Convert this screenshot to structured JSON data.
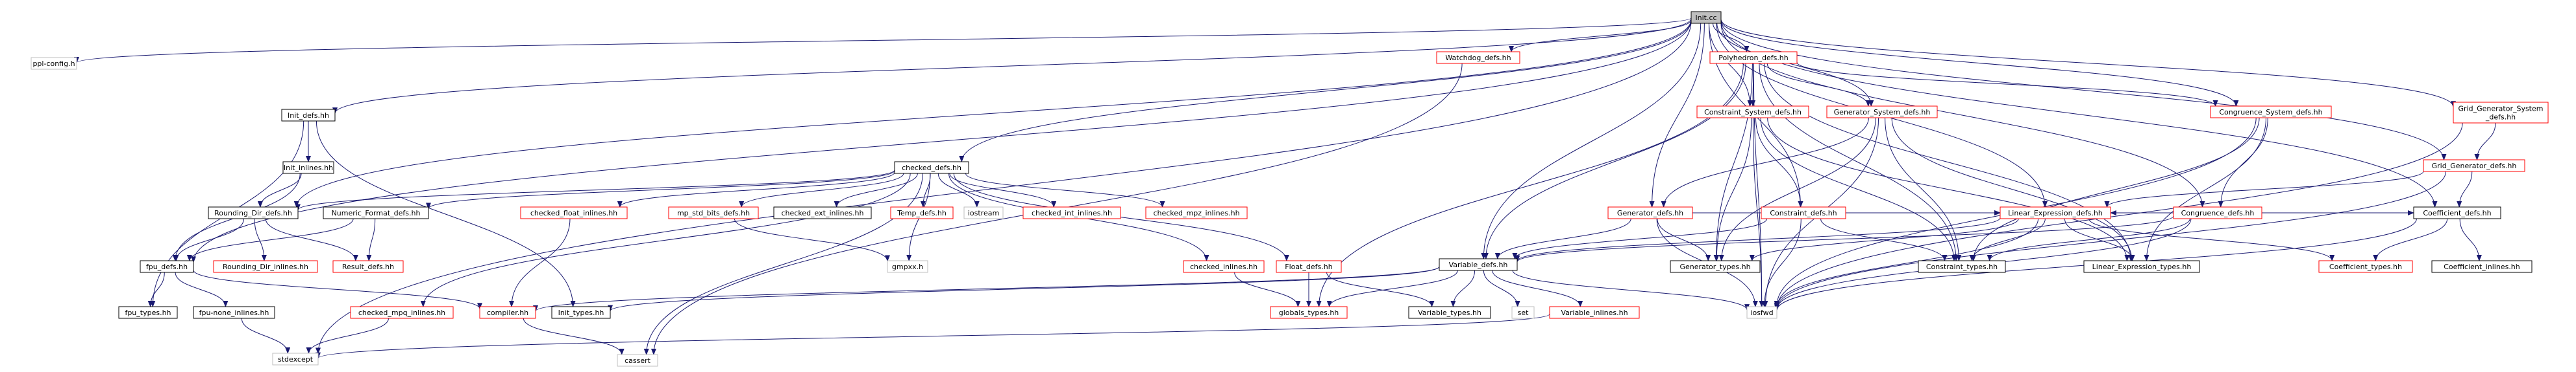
{
  "diagram": {
    "colors": {
      "edge": "#191970",
      "box_black": "#000000",
      "box_red": "#ff0000",
      "box_gray": "#bfbfbf",
      "root_fill": "#bfbfbf"
    },
    "nodes": [
      {
        "id": "init_cc",
        "label": "Init.cc",
        "style": "root"
      },
      {
        "id": "ppl_config",
        "label": "ppl-config.h",
        "style": "gray"
      },
      {
        "id": "init_defs",
        "label": "Init_defs.hh",
        "style": "black"
      },
      {
        "id": "init_inlines",
        "label": "Init_inlines.hh",
        "style": "black"
      },
      {
        "id": "rounding_dir_defs",
        "label": "Rounding_Dir_defs.hh",
        "style": "black"
      },
      {
        "id": "numeric_format_defs",
        "label": "Numeric_Format_defs.hh",
        "style": "black"
      },
      {
        "id": "fpu_defs",
        "label": "fpu_defs.hh",
        "style": "black"
      },
      {
        "id": "rounding_dir_inlines",
        "label": "Rounding_Dir_inlines.hh",
        "style": "red"
      },
      {
        "id": "result_defs",
        "label": "Result_defs.hh",
        "style": "red"
      },
      {
        "id": "fpu_types",
        "label": "fpu_types.hh",
        "style": "black"
      },
      {
        "id": "fpu_none_inlines",
        "label": "fpu-none_inlines.hh",
        "style": "black"
      },
      {
        "id": "stdexcept",
        "label": "stdexcept",
        "style": "gray"
      },
      {
        "id": "checked_mpq_inlines",
        "label": "checked_mpq_inlines.hh",
        "style": "red"
      },
      {
        "id": "compiler",
        "label": "compiler.hh",
        "style": "red"
      },
      {
        "id": "init_types",
        "label": "Init_types.hh",
        "style": "black"
      },
      {
        "id": "cassert",
        "label": "cassert",
        "style": "gray"
      },
      {
        "id": "checked_defs",
        "label": "checked_defs.hh",
        "style": "black"
      },
      {
        "id": "checked_float_inlines",
        "label": "checked_float_inlines.hh",
        "style": "red"
      },
      {
        "id": "mp_std_bits_defs",
        "label": "mp_std_bits_defs.hh",
        "style": "red"
      },
      {
        "id": "checked_ext_inlines",
        "label": "checked_ext_inlines.hh",
        "style": "black"
      },
      {
        "id": "temp_defs",
        "label": "Temp_defs.hh",
        "style": "red"
      },
      {
        "id": "iostream",
        "label": "iostream",
        "style": "gray"
      },
      {
        "id": "checked_int_inlines",
        "label": "checked_int_inlines.hh",
        "style": "red"
      },
      {
        "id": "checked_mpz_inlines",
        "label": "checked_mpz_inlines.hh",
        "style": "red"
      },
      {
        "id": "gmpxx",
        "label": "gmpxx.h",
        "style": "gray"
      },
      {
        "id": "checked_inlines",
        "label": "checked_inlines.hh",
        "style": "red"
      },
      {
        "id": "float_defs",
        "label": "Float_defs.hh",
        "style": "red"
      },
      {
        "id": "globals_types",
        "label": "globals_types.hh",
        "style": "red"
      },
      {
        "id": "watchdog_defs",
        "label": "Watchdog_defs.hh",
        "style": "red"
      },
      {
        "id": "polyhedron_defs",
        "label": "Polyhedron_defs.hh",
        "style": "red"
      },
      {
        "id": "constraint_system_defs",
        "label": "Constraint_System_defs.hh",
        "style": "red"
      },
      {
        "id": "generator_system_defs",
        "label": "Generator_System_defs.hh",
        "style": "red"
      },
      {
        "id": "congruence_system_defs",
        "label": "Congruence_System_defs.hh",
        "style": "red"
      },
      {
        "id": "generator_defs",
        "label": "Generator_defs.hh",
        "style": "red"
      },
      {
        "id": "constraint_defs",
        "label": "Constraint_defs.hh",
        "style": "red"
      },
      {
        "id": "congruence_defs",
        "label": "Congruence_defs.hh",
        "style": "red"
      },
      {
        "id": "linear_expression_defs",
        "label": "Linear_Expression_defs.hh",
        "style": "red"
      },
      {
        "id": "grid_generator_system_defs",
        "label": "Grid_Generator_System\n_defs.hh",
        "style": "red"
      },
      {
        "id": "grid_generator_defs",
        "label": "Grid_Generator_defs.hh",
        "style": "red"
      },
      {
        "id": "coefficient_defs",
        "label": "Coefficient_defs.hh",
        "style": "black"
      },
      {
        "id": "variable_defs",
        "label": "Variable_defs.hh",
        "style": "black"
      },
      {
        "id": "generator_types",
        "label": "Generator_types.hh",
        "style": "black"
      },
      {
        "id": "constraint_types",
        "label": "Constraint_types.hh",
        "style": "black"
      },
      {
        "id": "linear_expression_types",
        "label": "Linear_Expression_types.hh",
        "style": "black"
      },
      {
        "id": "coefficient_types",
        "label": "Coefficient_types.hh",
        "style": "red"
      },
      {
        "id": "coefficient_inlines",
        "label": "Coefficient_inlines.hh",
        "style": "black"
      },
      {
        "id": "variable_types",
        "label": "Variable_types.hh",
        "style": "black"
      },
      {
        "id": "set",
        "label": "set",
        "style": "gray"
      },
      {
        "id": "variable_inlines",
        "label": "Variable_inlines.hh",
        "style": "red"
      },
      {
        "id": "iosfwd",
        "label": "iosfwd",
        "style": "gray"
      }
    ],
    "edges": [
      [
        "init_cc",
        "ppl_config"
      ],
      [
        "init_cc",
        "init_defs"
      ],
      [
        "init_cc",
        "checked_defs"
      ],
      [
        "init_cc",
        "rounding_dir_defs"
      ],
      [
        "init_cc",
        "fpu_defs"
      ],
      [
        "init_cc",
        "stdexcept"
      ],
      [
        "init_cc",
        "watchdog_defs"
      ],
      [
        "init_cc",
        "polyhedron_defs"
      ],
      [
        "init_cc",
        "constraint_system_defs"
      ],
      [
        "init_cc",
        "generator_system_defs"
      ],
      [
        "init_cc",
        "congruence_system_defs"
      ],
      [
        "init_cc",
        "grid_generator_system_defs"
      ],
      [
        "init_cc",
        "grid_generator_defs"
      ],
      [
        "init_cc",
        "variable_defs"
      ],
      [
        "init_cc",
        "linear_expression_defs"
      ],
      [
        "init_cc",
        "constraint_defs"
      ],
      [
        "init_cc",
        "generator_defs"
      ],
      [
        "init_cc",
        "congruence_defs"
      ],
      [
        "init_cc",
        "coefficient_defs"
      ],
      [
        "init_defs",
        "init_inlines"
      ],
      [
        "init_defs",
        "fpu_types"
      ],
      [
        "init_defs",
        "init_types"
      ],
      [
        "init_inlines",
        "rounding_dir_defs"
      ],
      [
        "init_inlines",
        "fpu_defs"
      ],
      [
        "rounding_dir_defs",
        "fpu_defs"
      ],
      [
        "rounding_dir_defs",
        "rounding_dir_inlines"
      ],
      [
        "rounding_dir_defs",
        "result_defs"
      ],
      [
        "numeric_format_defs",
        "fpu_defs"
      ],
      [
        "numeric_format_defs",
        "result_defs"
      ],
      [
        "fpu_defs",
        "fpu_types"
      ],
      [
        "fpu_defs",
        "fpu_none_inlines"
      ],
      [
        "fpu_defs",
        "compiler"
      ],
      [
        "fpu_none_inlines",
        "stdexcept"
      ],
      [
        "checked_defs",
        "rounding_dir_defs"
      ],
      [
        "checked_defs",
        "numeric_format_defs"
      ],
      [
        "checked_defs",
        "checked_float_inlines"
      ],
      [
        "checked_defs",
        "mp_std_bits_defs"
      ],
      [
        "checked_defs",
        "checked_ext_inlines"
      ],
      [
        "checked_defs",
        "temp_defs"
      ],
      [
        "checked_defs",
        "iostream"
      ],
      [
        "checked_defs",
        "checked_int_inlines"
      ],
      [
        "checked_defs",
        "checked_mpz_inlines"
      ],
      [
        "checked_defs",
        "checked_inlines"
      ],
      [
        "checked_defs",
        "float_defs"
      ],
      [
        "checked_defs",
        "checked_mpq_inlines"
      ],
      [
        "checked_defs",
        "gmpxx"
      ],
      [
        "checked_defs",
        "cassert"
      ],
      [
        "checked_float_inlines",
        "compiler"
      ],
      [
        "mp_std_bits_defs",
        "gmpxx"
      ],
      [
        "checked_inlines",
        "globals_types"
      ],
      [
        "float_defs",
        "globals_types"
      ],
      [
        "float_defs",
        "variable_types"
      ],
      [
        "checked_mpq_inlines",
        "stdexcept"
      ],
      [
        "compiler",
        "cassert"
      ],
      [
        "watchdog_defs",
        "cassert"
      ],
      [
        "polyhedron_defs",
        "constraint_system_defs"
      ],
      [
        "polyhedron_defs",
        "generator_system_defs"
      ],
      [
        "polyhedron_defs",
        "congruence_system_defs"
      ],
      [
        "polyhedron_defs",
        "variable_defs"
      ],
      [
        "polyhedron_defs",
        "globals_types"
      ],
      [
        "polyhedron_defs",
        "generator_types"
      ],
      [
        "polyhedron_defs",
        "constraint_types"
      ],
      [
        "polyhedron_defs",
        "linear_expression_types"
      ],
      [
        "polyhedron_defs",
        "iosfwd"
      ],
      [
        "constraint_system_defs",
        "constraint_defs"
      ],
      [
        "constraint_system_defs",
        "constraint_types"
      ],
      [
        "constraint_system_defs",
        "generator_types"
      ],
      [
        "constraint_system_defs",
        "linear_expression_types"
      ],
      [
        "constraint_system_defs",
        "iosfwd"
      ],
      [
        "generator_system_defs",
        "generator_defs"
      ],
      [
        "generator_system_defs",
        "generator_types"
      ],
      [
        "generator_system_defs",
        "constraint_types"
      ],
      [
        "generator_system_defs",
        "linear_expression_types"
      ],
      [
        "generator_system_defs",
        "iosfwd"
      ],
      [
        "congruence_system_defs",
        "congruence_defs"
      ],
      [
        "congruence_system_defs",
        "constraint_types"
      ],
      [
        "congruence_system_defs",
        "linear_expression_types"
      ],
      [
        "congruence_system_defs",
        "iosfwd"
      ],
      [
        "generator_defs",
        "linear_expression_defs"
      ],
      [
        "generator_defs",
        "variable_defs"
      ],
      [
        "generator_defs",
        "generator_types"
      ],
      [
        "generator_defs",
        "iosfwd"
      ],
      [
        "constraint_defs",
        "linear_expression_defs"
      ],
      [
        "constraint_defs",
        "variable_defs"
      ],
      [
        "constraint_defs",
        "constraint_types"
      ],
      [
        "constraint_defs",
        "iosfwd"
      ],
      [
        "congruence_defs",
        "linear_expression_defs"
      ],
      [
        "congruence_defs",
        "coefficient_defs"
      ],
      [
        "congruence_defs",
        "variable_defs"
      ],
      [
        "congruence_defs",
        "constraint_types"
      ],
      [
        "congruence_defs",
        "iosfwd"
      ],
      [
        "grid_generator_system_defs",
        "grid_generator_defs"
      ],
      [
        "grid_generator_system_defs",
        "iosfwd"
      ],
      [
        "grid_generator_defs",
        "linear_expression_defs"
      ],
      [
        "grid_generator_defs",
        "coefficient_defs"
      ],
      [
        "grid_generator_defs",
        "iosfwd"
      ],
      [
        "linear_expression_defs",
        "variable_defs"
      ],
      [
        "linear_expression_defs",
        "coefficient_types"
      ],
      [
        "linear_expression_defs",
        "generator_types"
      ],
      [
        "linear_expression_defs",
        "constraint_types"
      ],
      [
        "linear_expression_defs",
        "linear_expression_types"
      ],
      [
        "linear_expression_defs",
        "iosfwd"
      ],
      [
        "coefficient_defs",
        "coefficient_types"
      ],
      [
        "coefficient_defs",
        "coefficient_inlines"
      ],
      [
        "coefficient_defs",
        "iosfwd"
      ],
      [
        "variable_defs",
        "globals_types"
      ],
      [
        "variable_defs",
        "variable_types"
      ],
      [
        "variable_defs",
        "set"
      ],
      [
        "variable_defs",
        "variable_inlines"
      ],
      [
        "variable_defs",
        "iosfwd"
      ],
      [
        "variable_defs",
        "init_types"
      ],
      [
        "variable_defs",
        "compiler"
      ],
      [
        "variable_inlines",
        "stdexcept"
      ]
    ]
  }
}
